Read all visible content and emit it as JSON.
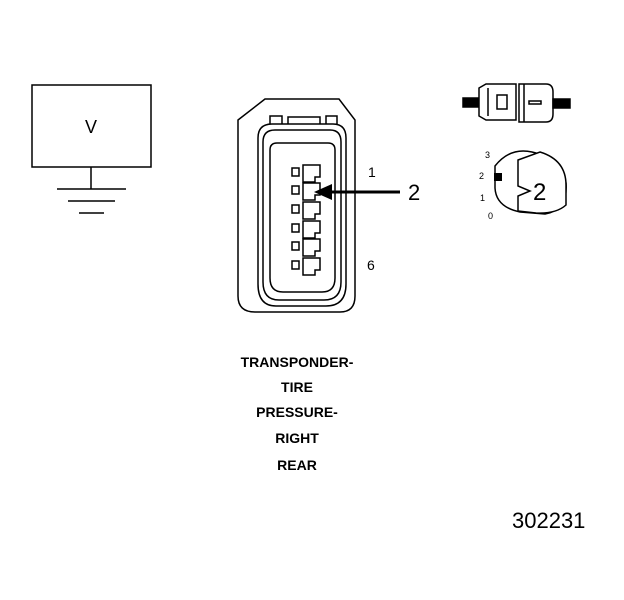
{
  "voltage_box": {
    "label": "V"
  },
  "connector": {
    "pin_first_label": "1",
    "pin_last_label": "6",
    "callout": "2"
  },
  "caption_lines": [
    "TRANSPONDER-",
    "TIRE",
    "PRESSURE-",
    "RIGHT",
    "REAR"
  ],
  "position_indicator": {
    "positions": [
      "3",
      "2",
      "1",
      "0"
    ],
    "selected": "2"
  },
  "figure_number": "302231"
}
